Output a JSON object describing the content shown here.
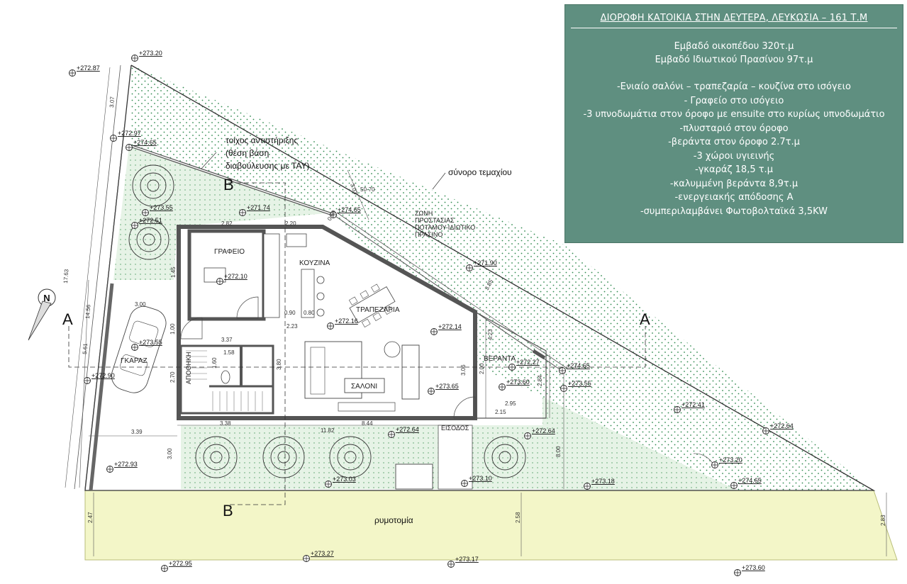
{
  "info_panel": {
    "title": "ΔΙΟΡΩΦΗ ΚΑΤΟΙΚΙΑ ΣΤΗΝ ΔΕΥΤΕΡΑ, ΛΕΥΚΩΣΙΑ – 161 Τ.Μ",
    "plot_area": "Εμβαδό οικοπέδου 320τ.μ",
    "green_area": "Εμβαδό Ιδιωτικού Πρασίνου 97τ.μ",
    "features": [
      "-Ενιαίο σαλόνι – τραπεζαρία – κουζίνα στο ισόγειο",
      "- Γραφείο στο ισόγειο",
      "-3 υπνοδωμάτια στον όροφο με ensuite στο κυρίως υπνοδωμάτιο",
      "-πλυσταριό στον όροφο",
      "-βεράντα στον όροφο 2.7τ.μ",
      "-3 χώροι υγιεινής",
      "-γκαράζ 18,5 τ.μ",
      "-καλυμμένη βεράντα 8,9τ.μ",
      "-ενεργειακής απόδοσης Α",
      "-συμπεριλαμβάνει Φωτοβολταϊκά 3,5KW"
    ]
  },
  "plan_labels": {
    "retaining_wall": [
      "τοίχος αντιστήριξης",
      "(θέση βάση",
      "διαβούλευσης με ΤΑΥ)"
    ],
    "plot_boundary": "σύνορο τεμαχίου",
    "green_zone": [
      "ΖΩΝΗ",
      "ΠΡΟΣΤΑΣΙΑΣ",
      "ΠΟΤΑΜΟΥ-ΙΔΙΩΤΙΚΟ",
      "ΠΡΑΣΙΝΟ"
    ],
    "street_line": "ρυμοτομία",
    "section_a": "A",
    "section_b": "B",
    "north": "N"
  },
  "rooms": {
    "office": "ΓΡΑΦΕΙΟ",
    "kitchen": "ΚΟΥΖΙΝΑ",
    "dining": "ΤΡΑΠΕΖΑΡΙΑ",
    "living": "ΣΑΛΟΝΙ",
    "veranda": "ΒΕΡΑΝΤΑ",
    "garage": "ΓΚΑΡΑΖ",
    "storage": "ΑΠΟΘΗΚΗ",
    "entrance": "ΕΙΣΟΔΟΣ"
  },
  "levels": [
    "+273.20",
    "+272.87",
    "+272.97",
    "+274.65",
    "+273.55",
    "+272.51",
    "+271.74",
    "+274.65",
    "+271.90",
    "+272.10",
    "+272.16",
    "+272.14",
    "+273.55",
    "+272.90",
    "+273.65",
    "+273.60",
    "+272.27",
    "+274.65",
    "+273.55",
    "+272.41",
    "+272.64",
    "+272.64",
    "+272.64",
    "+272.93",
    "+273.03",
    "+273.10",
    "+273.18",
    "+273.20",
    "+274.65",
    "+272.95",
    "+273.27",
    "+273.17",
    "+273.60"
  ],
  "dimensions": {
    "left_total": "17.63",
    "left_top": "3.07",
    "left_mid": "14.56",
    "left_low": "5.61",
    "d282": "2.82",
    "d220": "2.20",
    "d300": "3.00",
    "d337": "3.37",
    "d158": "1.58",
    "d100": "1.00",
    "d160": "1.60",
    "d270": "2.70",
    "d145": "1.45",
    "d090": "0.90",
    "d080": "0.80",
    "d223": "2.23",
    "d380": "3.80",
    "d306": "3.06",
    "d423": "4.23",
    "d200": "2.00",
    "d284": "2.84",
    "d295": "2.95",
    "d215": "2.15",
    "d339": "3.39",
    "d338": "3.38",
    "d1182": "11.82",
    "d844": "8.44",
    "d3left": "3.00",
    "d800": "8.00",
    "d247": "2.47",
    "d258": "2.58",
    "d283": "2.83",
    "d303": "3.03",
    "d060": "0.60",
    "d385": "3.85",
    "d5070": "50-70"
  },
  "colors": {
    "green_hatch": "#2f8a4e",
    "green_fill": "#e4f2e4",
    "street_fill": "#f3f6c8",
    "panel": "#5f8f80",
    "wall": "#555555"
  }
}
